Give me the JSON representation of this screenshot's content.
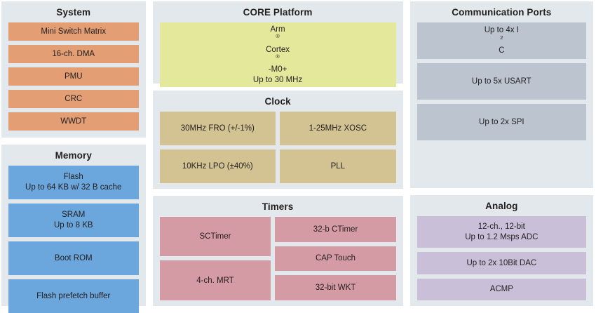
{
  "diagram": {
    "title": "MCU block diagram",
    "colors": {
      "panel_background": "#e3e8ec",
      "system": "#e39e73",
      "memory": "#6ba6dc",
      "core": "#e4e89a",
      "clock": "#d4c392",
      "timers": "#d59ba4",
      "communication": "#bcc4cf",
      "analog": "#c9bfd9",
      "page_background": "#ffffff",
      "text": "#231f20"
    }
  },
  "panels": {
    "system": {
      "title": "System",
      "blocks": [
        {
          "label": "Mini Switch Matrix"
        },
        {
          "label": "16-ch. DMA"
        },
        {
          "label": "PMU"
        },
        {
          "label": "CRC"
        },
        {
          "label": "WWDT"
        }
      ]
    },
    "memory": {
      "title": "Memory",
      "blocks": [
        {
          "line1": "Flash",
          "line2": "Up to 64 KB w/ 32 B cache"
        },
        {
          "line1": "SRAM",
          "line2": "Up to 8 KB"
        },
        {
          "line1": "Boot ROM",
          "line2": ""
        },
        {
          "line1": "Flash prefetch buffer",
          "line2": ""
        }
      ]
    },
    "core": {
      "title": "CORE Platform",
      "block": {
        "line1_prefix": "Arm",
        "line1_sup1": "®",
        "line1_mid": " Cortex",
        "line1_sup2": "®",
        "line1_suffix": "-M0+",
        "line2": "Up to 30 MHz"
      }
    },
    "clock": {
      "title": "Clock",
      "blocks": [
        {
          "label": "30MHz FRO (+/-1%)"
        },
        {
          "label": "1-25MHz XOSC"
        },
        {
          "label": "10KHz LPO (±40%)"
        },
        {
          "label": "PLL"
        }
      ]
    },
    "timers": {
      "title": "Timers",
      "left_blocks": [
        {
          "label": "SCTimer"
        },
        {
          "label": "4-ch. MRT"
        }
      ],
      "right_blocks": [
        {
          "label": "32-b CTimer"
        },
        {
          "label": "CAP Touch"
        },
        {
          "label": "32-bit WKT"
        }
      ]
    },
    "communication": {
      "title": "Communication Ports",
      "blocks": [
        {
          "prefix": "Up to 4x I",
          "sup": "2",
          "suffix": "C"
        },
        {
          "prefix": "Up to 5x USART",
          "sup": "",
          "suffix": ""
        },
        {
          "prefix": "Up to 2x SPI",
          "sup": "",
          "suffix": ""
        }
      ]
    },
    "analog": {
      "title": "Analog",
      "blocks": [
        {
          "line1": "12-ch., 12-bit",
          "line2": "Up to 1.2 Msps ADC"
        },
        {
          "line1": "Up to 2x 10Bit DAC",
          "line2": ""
        },
        {
          "line1": "ACMP",
          "line2": ""
        }
      ]
    }
  }
}
